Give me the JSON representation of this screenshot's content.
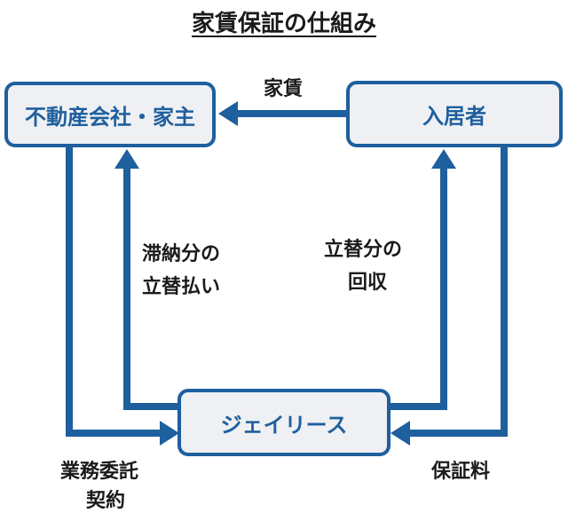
{
  "title": "家賃保証の仕組み",
  "colors": {
    "accent": "#1e5f9e",
    "node_fill": "#eef0f3",
    "text": "#1a1a1a"
  },
  "nodes": {
    "real_estate": "不動産会社・家主",
    "tenant": "入居者",
    "jay_lease": "ジェイリース"
  },
  "edges": {
    "rent": "家賃",
    "subrogation_line1": "滞納分の",
    "subrogation_line2": "立替払い",
    "recovery_line1": "立替分の",
    "recovery_line2": "回収",
    "contract_line1": "業務委託",
    "contract_line2": "契約",
    "guarantee_fee": "保証料"
  }
}
